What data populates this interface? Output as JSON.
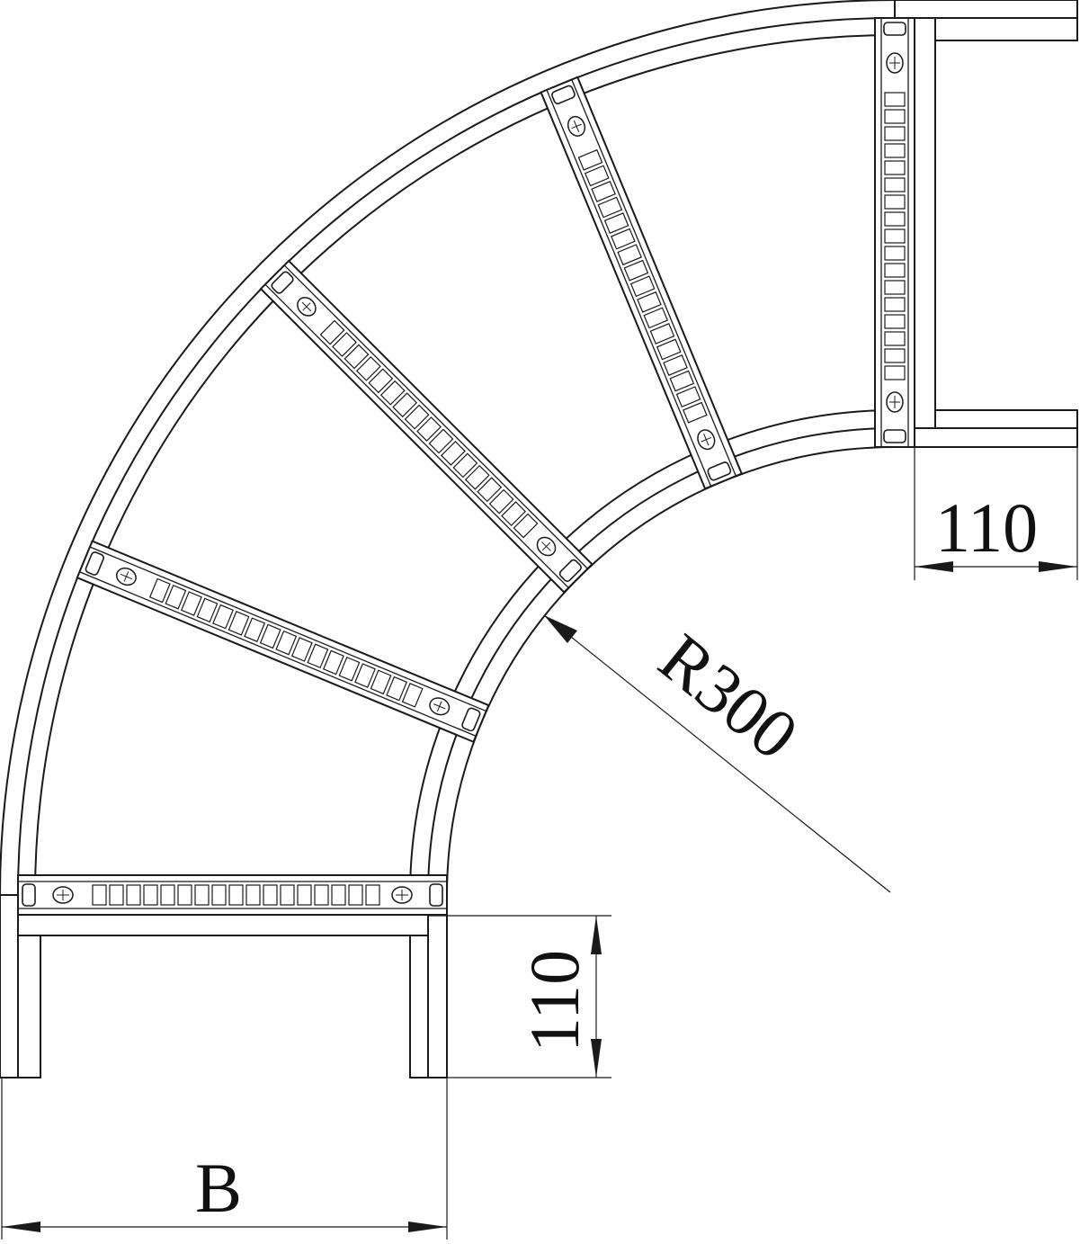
{
  "dimensions": {
    "radius_label": "R300",
    "top_width_label": "110",
    "side_height_label": "110",
    "bottom_width_label": "B"
  },
  "colors": {
    "line": "#1a1a1a",
    "background": "#ffffff"
  },
  "ladder": {
    "angle_deg": 90,
    "rung_count": 5
  }
}
